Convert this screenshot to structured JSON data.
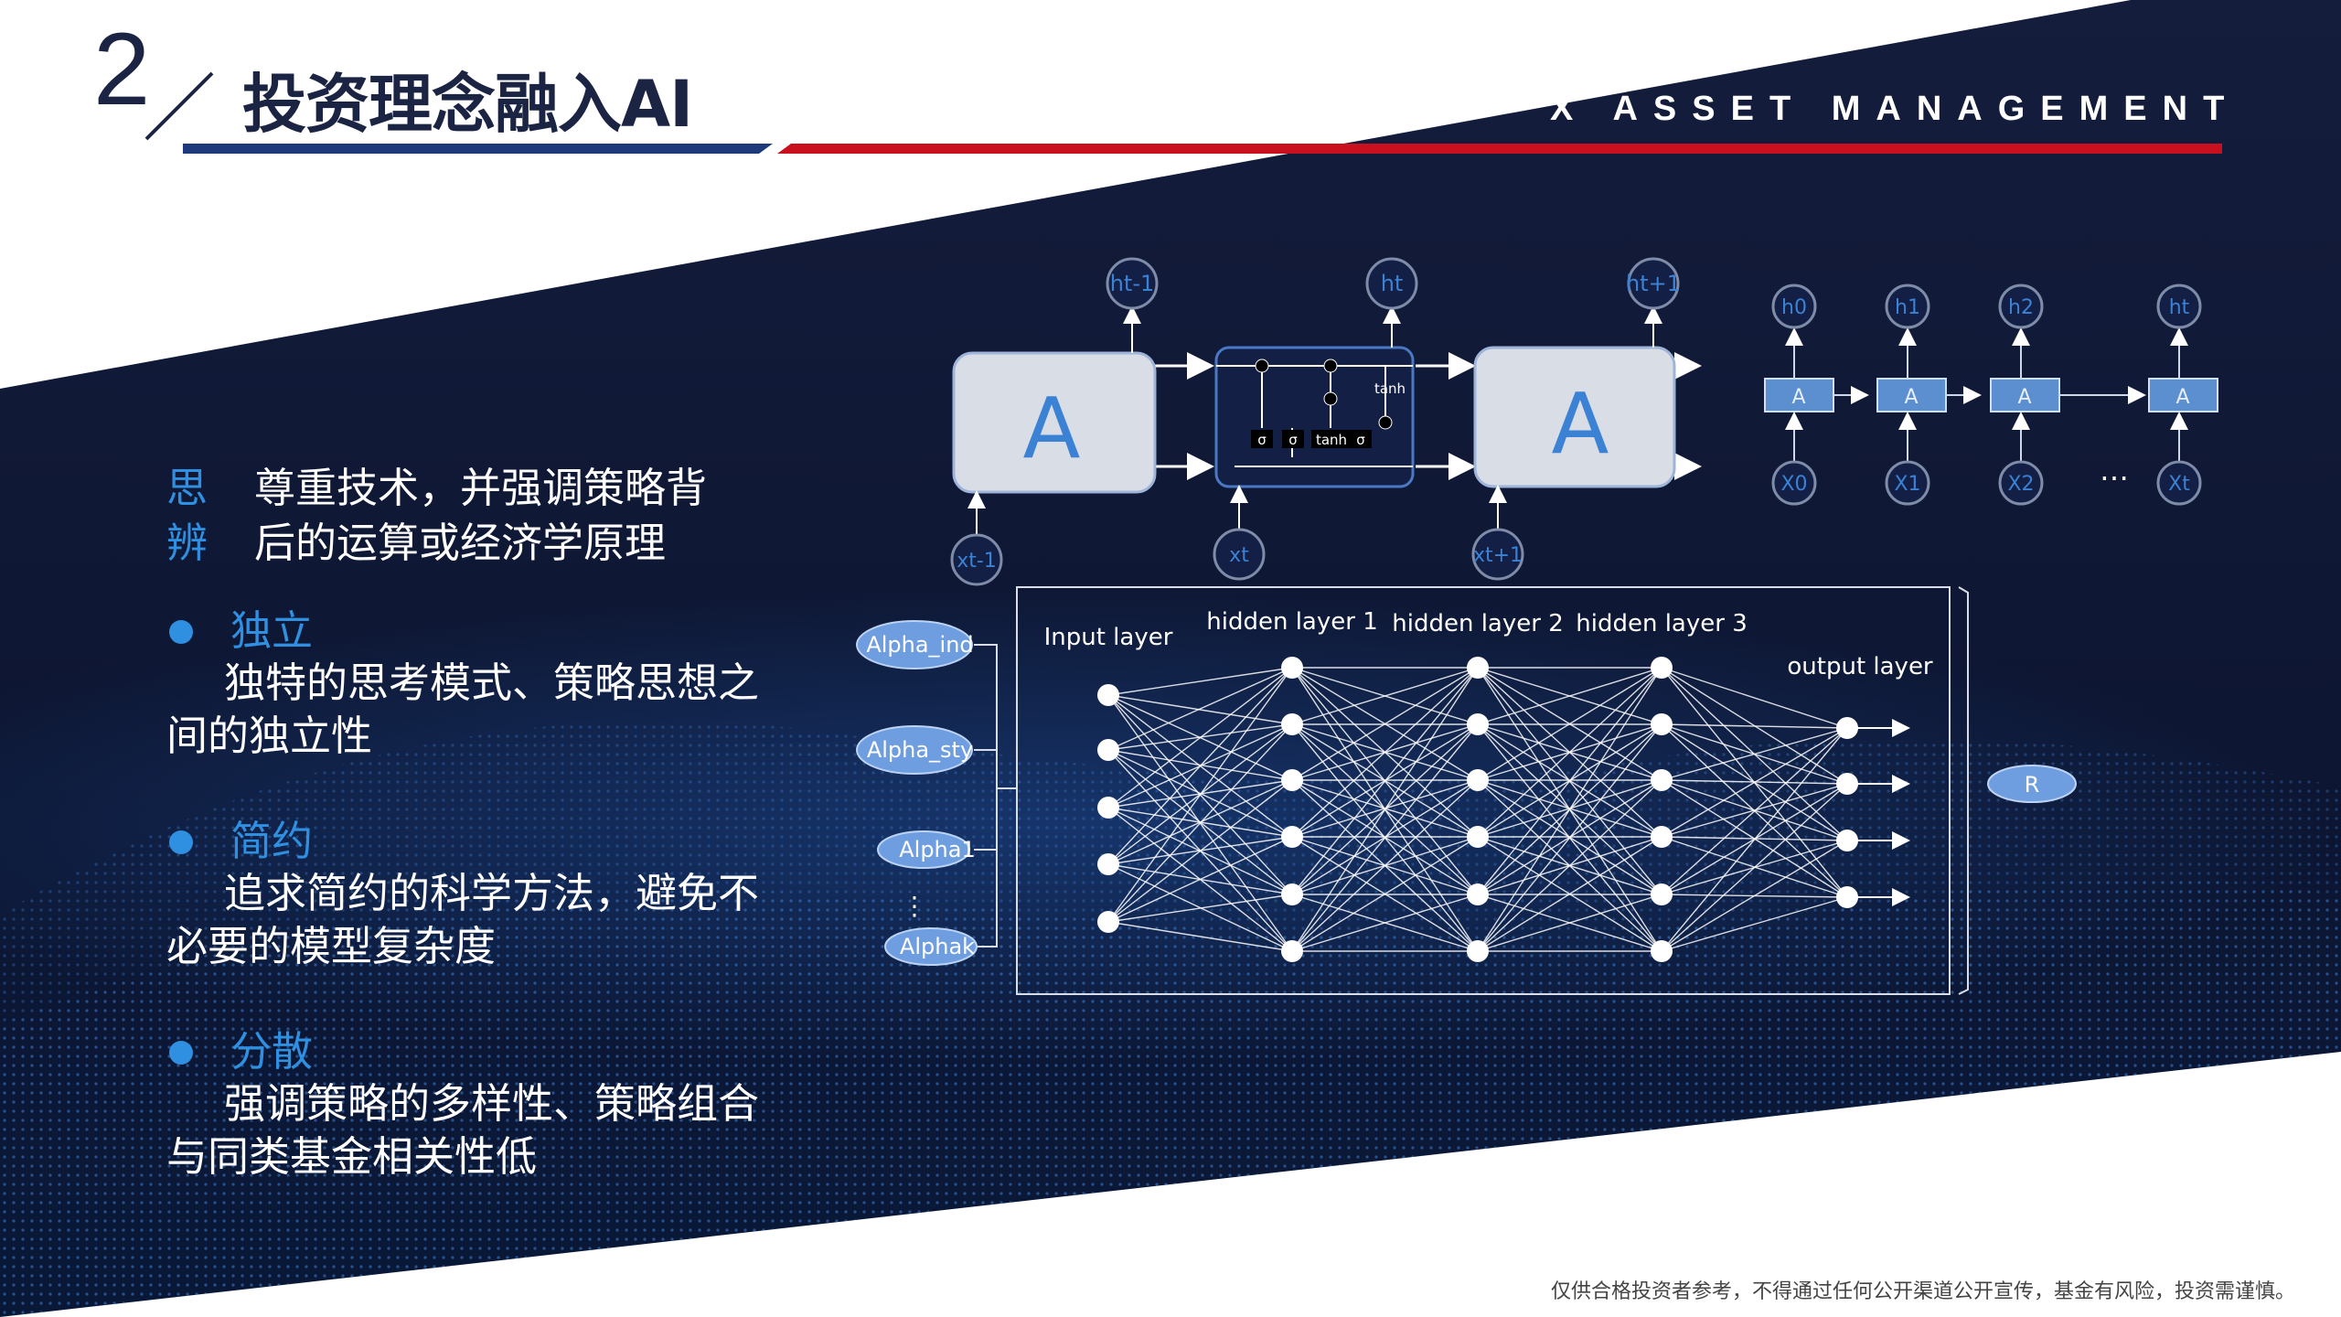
{
  "header": {
    "section_number": "2",
    "title": "投资理念融入AI",
    "brand": "X ASSET MANAGEMENT"
  },
  "left_panel": {
    "intro_label": [
      "思",
      "辨"
    ],
    "intro_lines": [
      "尊重技术，并强调策略背",
      "后的运算或经济学原理"
    ],
    "points": [
      {
        "heading": "独立",
        "lines": [
          "独特的思考模式、策略思想之",
          "间的独立性"
        ]
      },
      {
        "heading": "简约",
        "lines": [
          "追求简约的科学方法，避免不",
          "必要的模型复杂度"
        ]
      },
      {
        "heading": "分散",
        "lines": [
          "强调策略的多样性、策略组合",
          "与同类基金相关性低"
        ]
      }
    ]
  },
  "lstm_diagram": {
    "outputs": [
      "ht-1",
      "ht",
      "ht+1"
    ],
    "inputs": [
      "xt-1",
      "xt",
      "xt+1"
    ],
    "cell_label": "A",
    "gate_labels": [
      "σ",
      "σ",
      "tanh",
      "σ"
    ],
    "tanh_label": "tanh"
  },
  "rnn_unrolled": {
    "outputs": [
      "h0",
      "h1",
      "h2",
      "ht"
    ],
    "inputs": [
      "X0",
      "X1",
      "X2",
      "Xt"
    ],
    "cell_label": "A",
    "ellipsis": "…"
  },
  "neural_network": {
    "inputs": [
      "Alpha_ind",
      "Alpha_sty",
      "Alpha1",
      "Alphak"
    ],
    "layer_labels": [
      "Input layer",
      "hidden layer 1",
      "hidden layer 2",
      "hidden layer 3",
      "output layer"
    ],
    "output": "R",
    "vertical_ellipsis": "⋮"
  },
  "footer": {
    "disclaimer": "仅供合格投资者参考，不得通过任何公开渠道公开宣传，基金有风险，投资需谨慎。"
  },
  "colors": {
    "navy": "#101a3a",
    "accent_blue": "#2f8fe0",
    "accent_red": "#c8101e",
    "header_underline": "#1f3a7a"
  }
}
